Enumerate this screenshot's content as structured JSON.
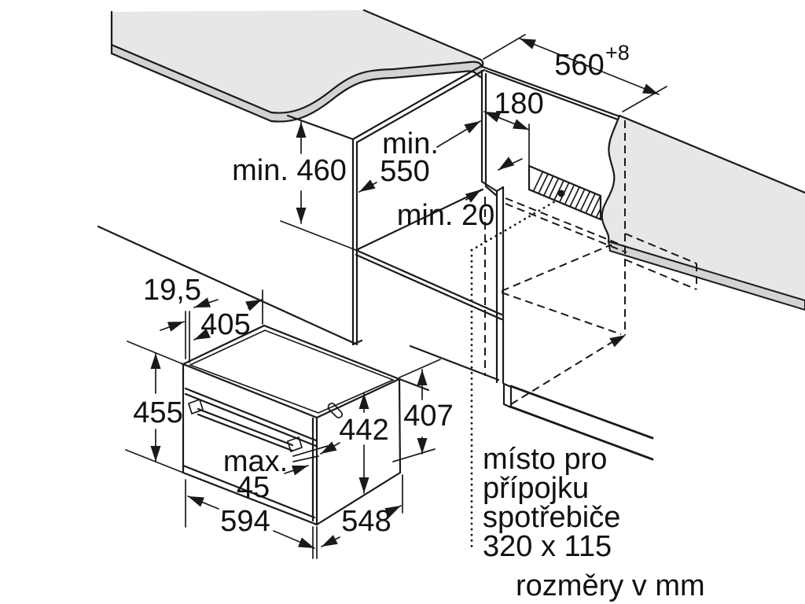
{
  "diagram": {
    "type": "appliance installation drawing",
    "units_note": "rozměry v mm",
    "dimensions": {
      "niche_width": "560",
      "niche_width_tolerance": "+8",
      "vent_offset": "180",
      "niche_depth": "min. 550",
      "niche_height": "min. 460",
      "rear_gap": "min. 20",
      "top_offset": "19,5",
      "top_depth": "405",
      "front_height": "455",
      "body_height": "442",
      "side_height": "407",
      "door_protrusion_label": "max.",
      "door_protrusion_value": "45",
      "body_width": "594",
      "body_depth": "548"
    },
    "connection_note": {
      "line1": "místo pro",
      "line2": "přípojku",
      "line3": "spotřebiče",
      "line4": "320 x 115"
    },
    "labels": {
      "min460": "min. 460",
      "min550_1": "min.",
      "min550_2": "550",
      "min20": "min. 20",
      "d180": "180",
      "d560": "560",
      "d560sup": "+8",
      "d195": "19,5",
      "d405": "405",
      "d455": "455",
      "d442": "442",
      "d407": "407",
      "max1": "max.",
      "max2": "45",
      "d594": "594",
      "d548": "548"
    },
    "colors": {
      "line": "#1a1a1a",
      "surface": "#e7e7e7",
      "edge_strip": "#d3d3d3"
    }
  }
}
